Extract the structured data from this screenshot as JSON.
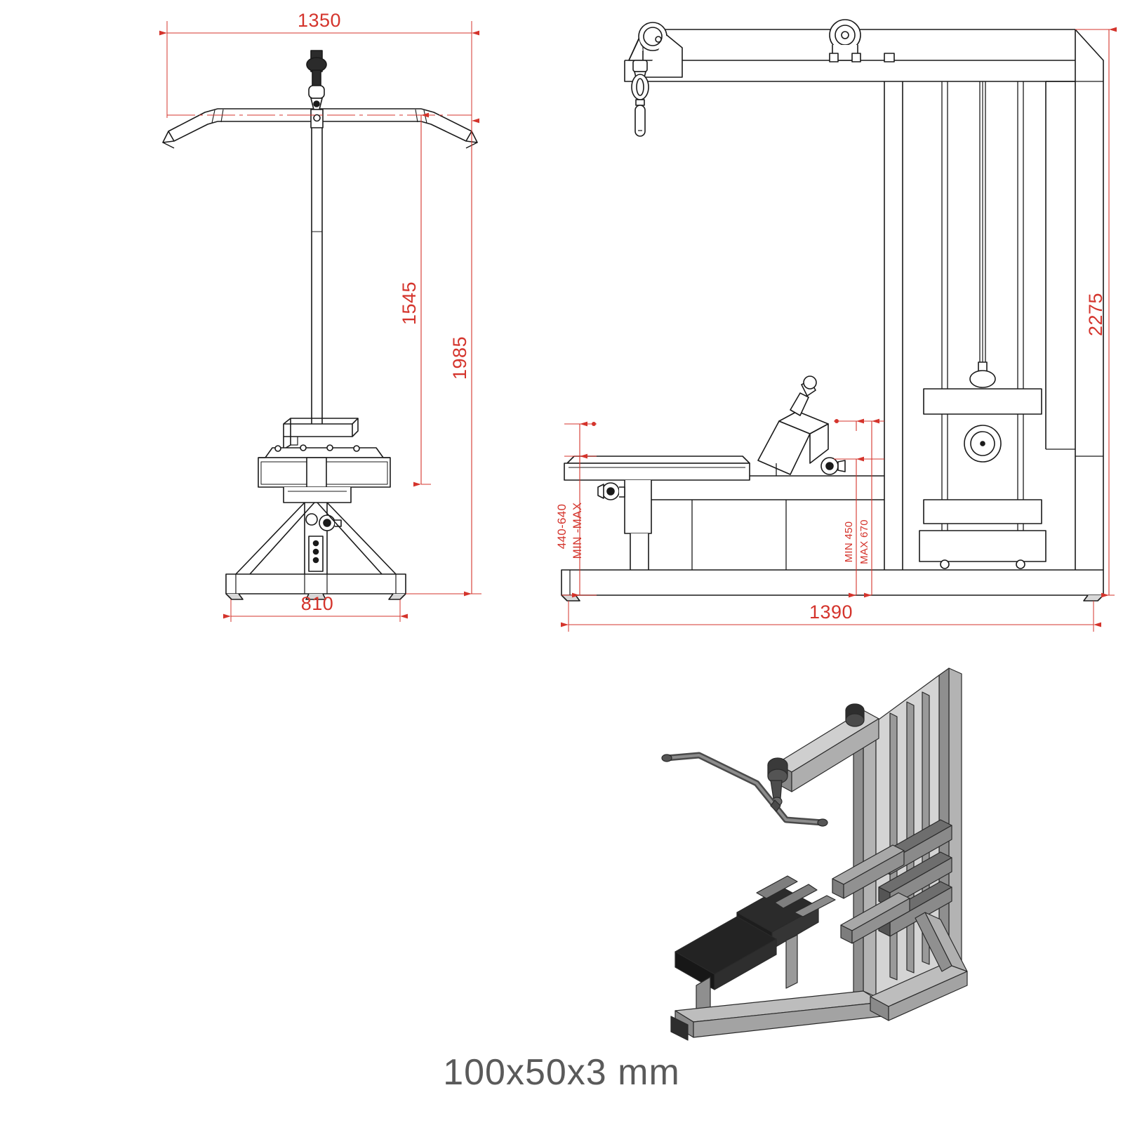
{
  "drawing": {
    "caption": "100x50x3 mm",
    "units": "mm",
    "dim_color": "#d4342c",
    "line_color": "#1a1a1a"
  },
  "front_view": {
    "name": "front-elevation",
    "dimensions": {
      "bar_width": "1350",
      "bar_height": "1545",
      "total_height": "1985",
      "base_width": "810"
    }
  },
  "side_view": {
    "name": "side-elevation",
    "dimensions": {
      "total_height": "2275",
      "total_depth": "1390",
      "seat_range": "440-640",
      "seat_range_label": "MIN -MAX",
      "pad_min": "MIN 450",
      "pad_max": "MAX 670"
    }
  },
  "iso_view": {
    "name": "isometric-3d-view"
  }
}
